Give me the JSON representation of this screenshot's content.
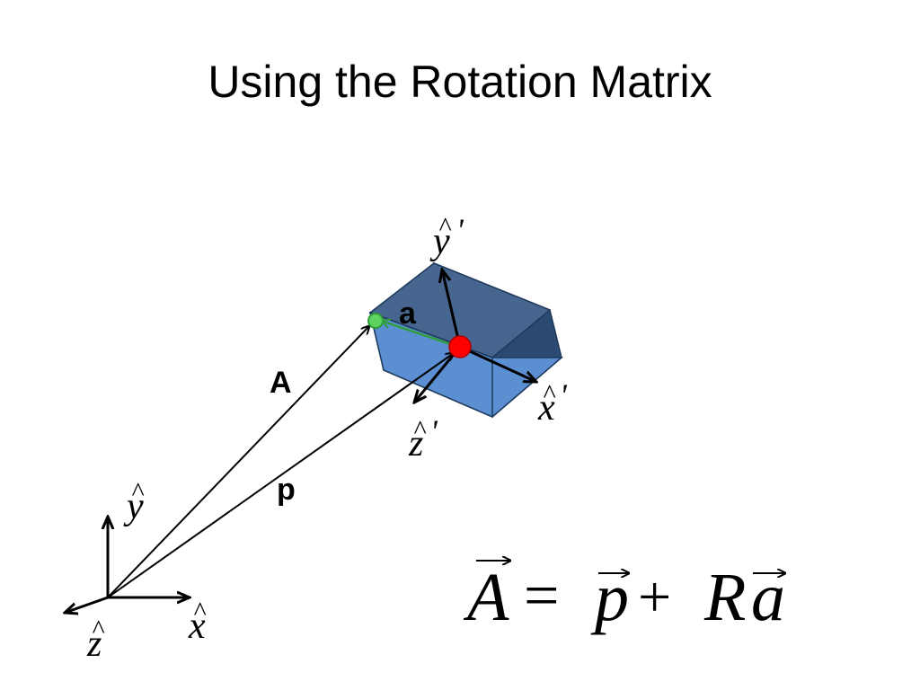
{
  "slide": {
    "title": "Using the Rotation Matrix"
  },
  "labels": {
    "A": "A",
    "p": "p",
    "a": "a",
    "x_hat": "x",
    "y_hat": "y",
    "z_hat": "z",
    "x_hat_prime": "x",
    "y_hat_prime": "y",
    "z_hat_prime": "z",
    "prime": "'",
    "hat": "^"
  },
  "equation": {
    "lhs": "A",
    "equals": "=",
    "p": "p",
    "plus": "+",
    "R": "R",
    "a": "a"
  },
  "colors": {
    "box_top": "#3d5f8a",
    "box_side": "#2b4a72",
    "box_front": "#5b8fd1",
    "box_stroke": "#1f3a5c",
    "origin_point": "#ff0000",
    "target_point": "#5fd35f",
    "green_arrow": "#2e9e3a"
  }
}
